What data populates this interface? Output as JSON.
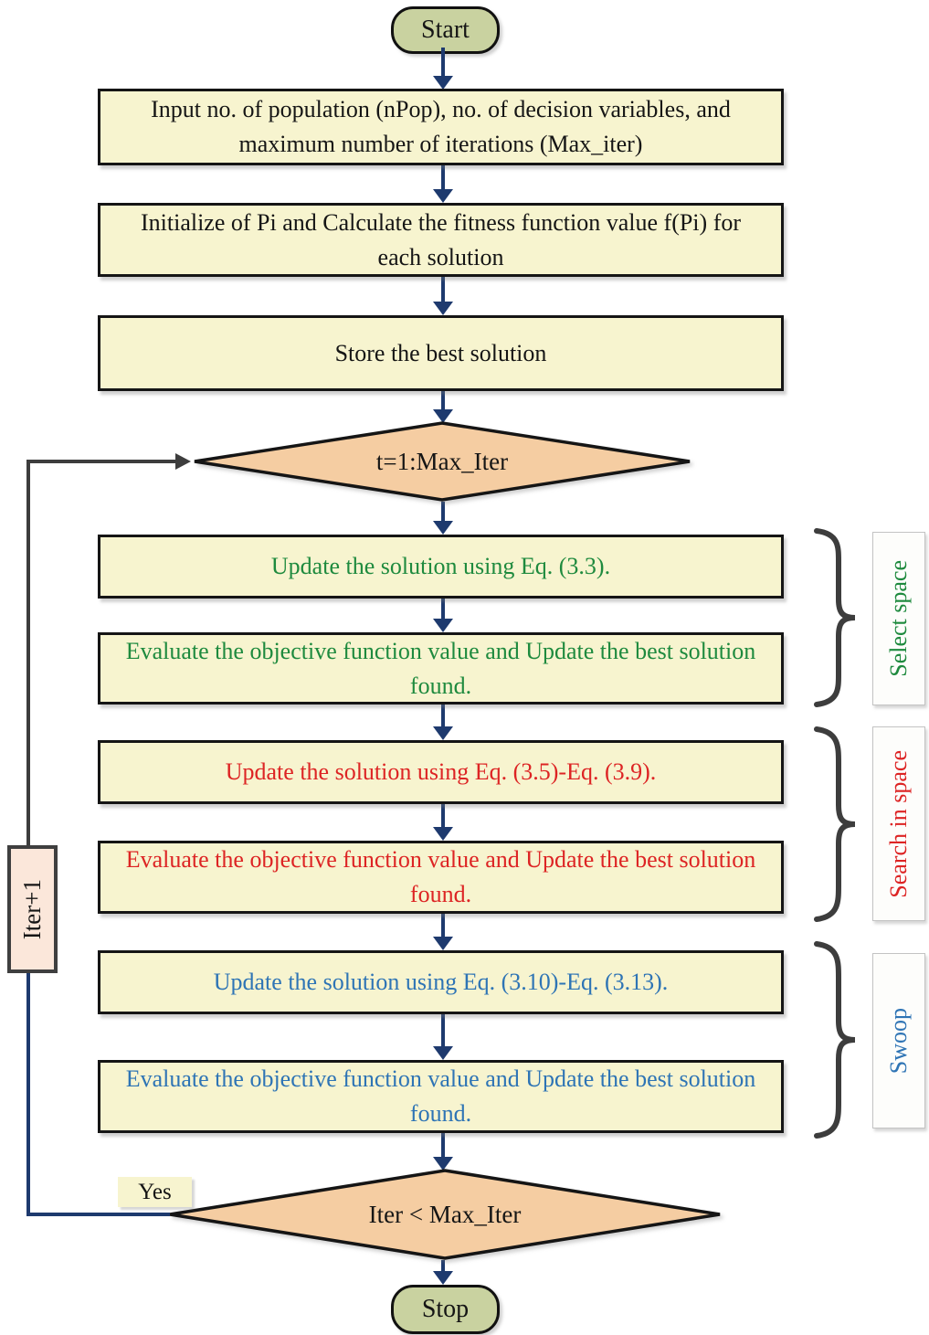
{
  "flowchart": {
    "terminals": {
      "start": "Start",
      "stop": "Stop"
    },
    "steps": [
      {
        "id": "input",
        "text": "Input no. of population (nPop), no. of decision variables, and maximum number of iterations (Max_iter)",
        "color": "black"
      },
      {
        "id": "initialize",
        "text": "Initialize of Pi and Calculate the fitness function value f(Pi) for each solution",
        "color": "black"
      },
      {
        "id": "store-best",
        "text": "Store the best solution",
        "color": "black"
      },
      {
        "id": "update-select",
        "text": "Update the solution using Eq. (3.3).",
        "color": "green"
      },
      {
        "id": "evaluate-select",
        "text": "Evaluate the objective function value and Update the best solution found.",
        "color": "green"
      },
      {
        "id": "update-search",
        "text": "Update the solution using Eq. (3.5)-Eq. (3.9).",
        "color": "red"
      },
      {
        "id": "evaluate-search",
        "text": "Evaluate the objective function value and Update the best solution found.",
        "color": "red"
      },
      {
        "id": "update-swoop",
        "text": "Update the solution using Eq. (3.10)-Eq. (3.13).",
        "color": "blue"
      },
      {
        "id": "evaluate-swoop",
        "text": "Evaluate the objective function value and Update the best solution found.",
        "color": "blue"
      }
    ],
    "decisions": {
      "loop_start": "t=1:Max_Iter",
      "loop_end": "Iter < Max_Iter"
    },
    "labels": {
      "increment": "Iter+1",
      "yes": "Yes"
    },
    "phases": [
      {
        "name": "Select space",
        "color": "#1e8a3e"
      },
      {
        "name": "Search in space",
        "color": "#dd2424"
      },
      {
        "name": "Swoop",
        "color": "#2e74b5"
      }
    ],
    "colors": {
      "process_fill": "#f7f4cf",
      "decision_fill": "#f5cda2",
      "terminal_fill": "#c9d2a0",
      "increment_fill": "#fbe7da",
      "arrow_navy": "#1e3a6e",
      "loop_gray": "#3d3d3d",
      "green_text": "#1e8a3e",
      "red_text": "#dd2424",
      "blue_text": "#2e74b5"
    }
  }
}
